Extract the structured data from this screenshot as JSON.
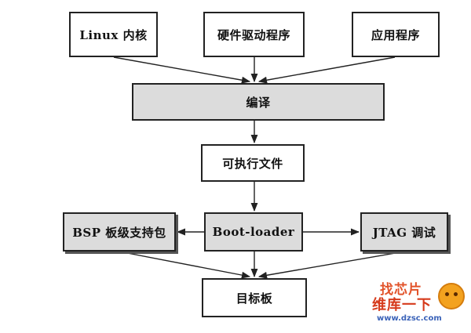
{
  "nodes": {
    "linux_kernel": "Linux 内核",
    "hardware_driver": "硬件驱动程序",
    "application": "应用程序",
    "compile": "编译",
    "executable": "可执行文件",
    "bsp": "BSP 板级支持包",
    "bootloader": "Boot-loader",
    "jtag": "JTAG 调试",
    "target_board": "目标板"
  },
  "watermark": {
    "top_text": "找芯片",
    "mid_text": "维库一下",
    "url": "www.dzsc.com"
  },
  "colors": {
    "highlight_fill": "#dcdcdc",
    "border": "#222222",
    "watermark_accent": "#e2532a"
  }
}
